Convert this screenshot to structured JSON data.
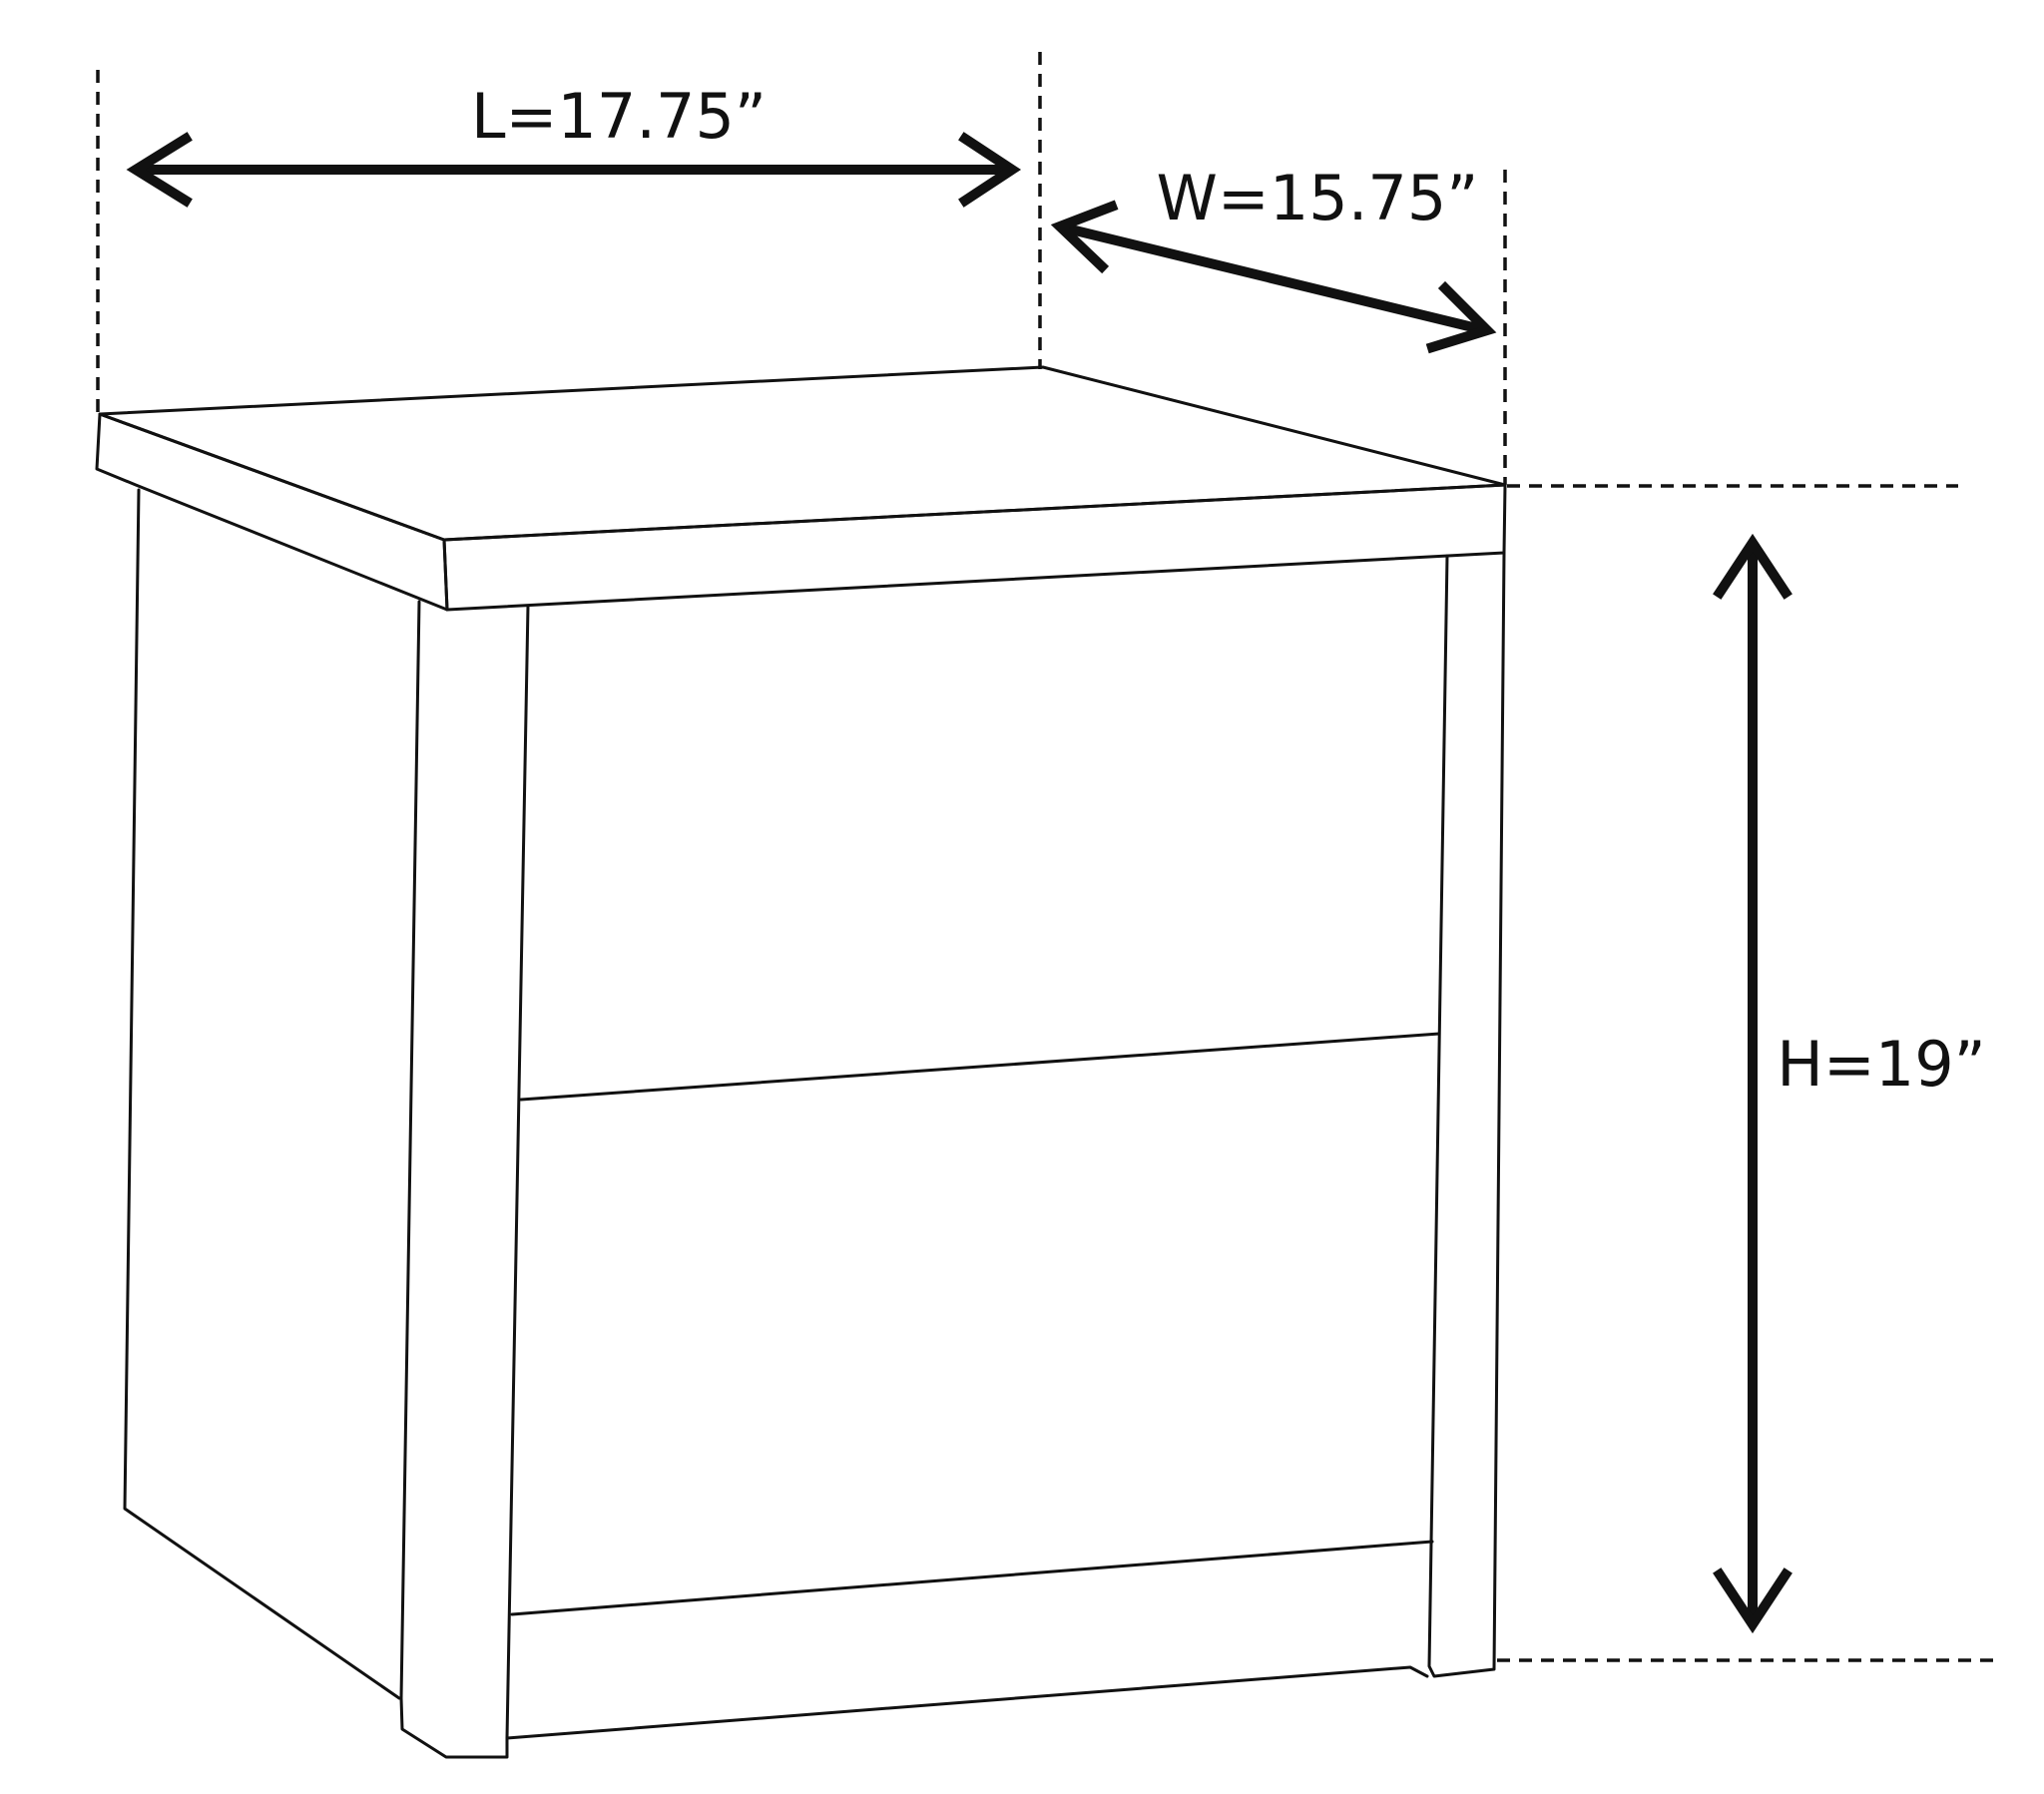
{
  "dimensions": {
    "length": "L=17.75”",
    "width": "W=15.75”",
    "height": "H=19”"
  },
  "colors": {
    "stroke": "#111111",
    "background": "#ffffff"
  }
}
